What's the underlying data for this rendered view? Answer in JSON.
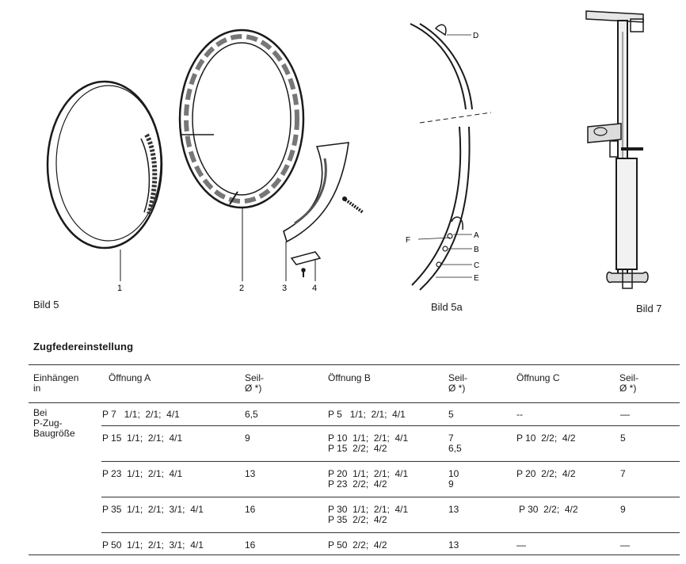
{
  "figures": {
    "bild5": {
      "caption": "Bild 5",
      "labels": [
        "1",
        "2",
        "3",
        "4"
      ]
    },
    "bild5a": {
      "caption": "Bild 5a",
      "labels": [
        "D",
        "A",
        "F",
        "B",
        "C",
        "E"
      ]
    },
    "bild7": {
      "caption": "Bild 7"
    }
  },
  "section": {
    "title": "Zugfedereinstellung"
  },
  "table": {
    "headers": {
      "einhaengen": "Einhängen\nin",
      "oeffnung_a": "Öffnung A",
      "seil_a": "Seil-\nØ *)",
      "oeffnung_b": "Öffnung B",
      "seil_b": "Seil-\nØ *)",
      "oeffnung_c": "Öffnung C",
      "seil_c": "Seil-\nØ *)"
    },
    "row_label": "Bei\nP-Zug-\nBaugröße",
    "rows": [
      {
        "a": "P 7   1/1;  2/1;  4/1",
        "seil_a": "6,5",
        "b": "P 5   1/1;  2/1;  4/1",
        "seil_b": "5",
        "c": "--",
        "seil_c": "—"
      },
      {
        "a": "P 15  1/1;  2/1;  4/1",
        "seil_a": "9",
        "b": "P 10  1/1;  2/1;  4/1\nP 15  2/2;  4/2",
        "seil_b": "7\n6,5",
        "c": "P 10  2/2;  4/2",
        "seil_c": "5"
      },
      {
        "a": "P 23  1/1;  2/1;  4/1",
        "seil_a": "13",
        "b": "P 20  1/1;  2/1;  4/1\nP 23  2/2;  4/2",
        "seil_b": "10\n9",
        "c": "P 20  2/2;  4/2",
        "seil_c": "7"
      },
      {
        "a": "P 35  1/1;  2/1;  3/1;  4/1",
        "seil_a": "16",
        "b": "P 30  1/1;  2/1;  4/1\nP 35  2/2;  4/2",
        "seil_b": "13",
        "c": "P 30  2/2;  4/2",
        "seil_c": "9"
      },
      {
        "a": "P 50  1/1;  2/1;  3/1;  4/1",
        "seil_a": "16",
        "b": "P 50  2/2;  4/2",
        "seil_b": "13",
        "c": "—",
        "seil_c": "—"
      }
    ]
  }
}
